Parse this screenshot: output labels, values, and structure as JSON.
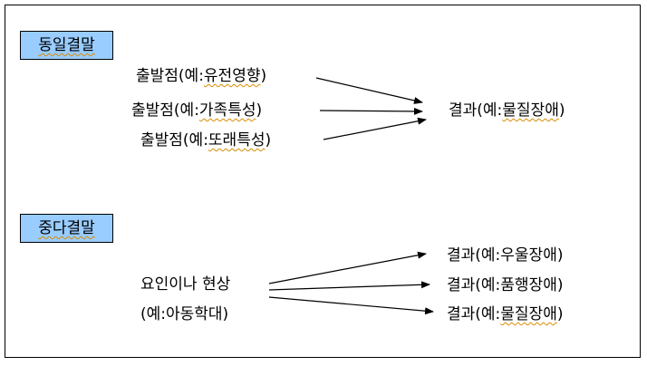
{
  "colors": {
    "tag_fill": "#99ccff",
    "border": "#000000",
    "squiggle": "#d98c00"
  },
  "section_equifinality": {
    "title": "동일결말",
    "sources": [
      {
        "prefix": "출발점(예:",
        "example": "유전영향",
        "suffix": ")"
      },
      {
        "prefix": "출발점(예:",
        "example": "가족특성",
        "suffix": ")"
      },
      {
        "prefix": "출발점(예:",
        "example": "또래특성",
        "suffix": ")"
      }
    ],
    "outcome": {
      "prefix": "결과(예:",
      "example": "물질장애",
      "suffix": ")"
    }
  },
  "section_multifinality": {
    "title": "중다결말",
    "source_line1": "요인이나 현상",
    "source_line2": "(예:아동학대)",
    "outcomes": [
      {
        "prefix": "결과(예:",
        "example": "우울장애",
        "suffix": ")"
      },
      {
        "prefix": "결과(예:",
        "example": "품행장애",
        "suffix": ")"
      },
      {
        "prefix": "결과(예:",
        "example": "물질장애",
        "suffix": ")"
      }
    ]
  }
}
